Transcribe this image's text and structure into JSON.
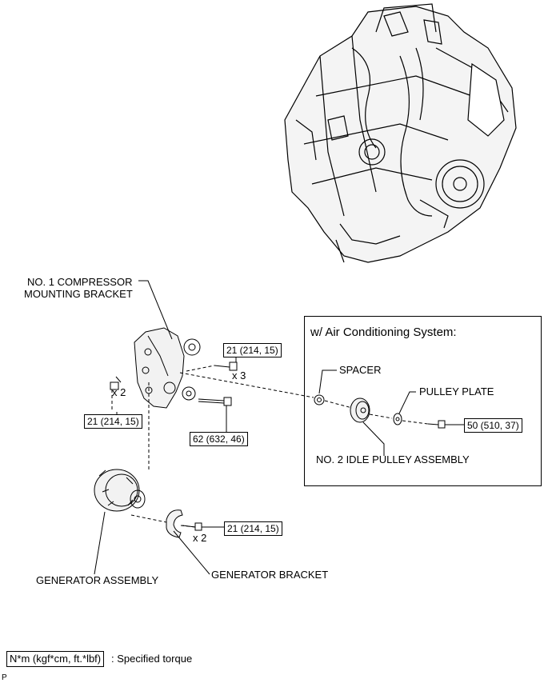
{
  "labels": {
    "compressor_bracket_line1": "NO. 1 COMPRESSOR",
    "compressor_bracket_line2": "MOUNTING BRACKET",
    "spacer": "SPACER",
    "pulley_plate": "PULLEY PLATE",
    "idle_pulley": "NO. 2 IDLE PULLEY ASSEMBLY",
    "generator_assembly": "GENERATOR ASSEMBLY",
    "generator_bracket": "GENERATOR BRACKET"
  },
  "ac_section": {
    "title": "w/ Air Conditioning System:"
  },
  "torques": {
    "bracket_bolt_x3": "21 (214, 15)",
    "bracket_bolt_x2": "21 (214, 15)",
    "long_bolt": "62 (632, 46)",
    "pulley_bolt": "50 (510, 37)",
    "generator_bracket_bolt": "21 (214, 15)"
  },
  "quantities": {
    "bracket_bolt_x3": "x 3",
    "bracket_bolt_x2": "x 2",
    "generator_bracket_bolt": "x 2"
  },
  "legend": {
    "unit_box": "N*m (kgf*cm, ft.*lbf)",
    "description": ": Specified torque"
  },
  "page_mark": "P"
}
